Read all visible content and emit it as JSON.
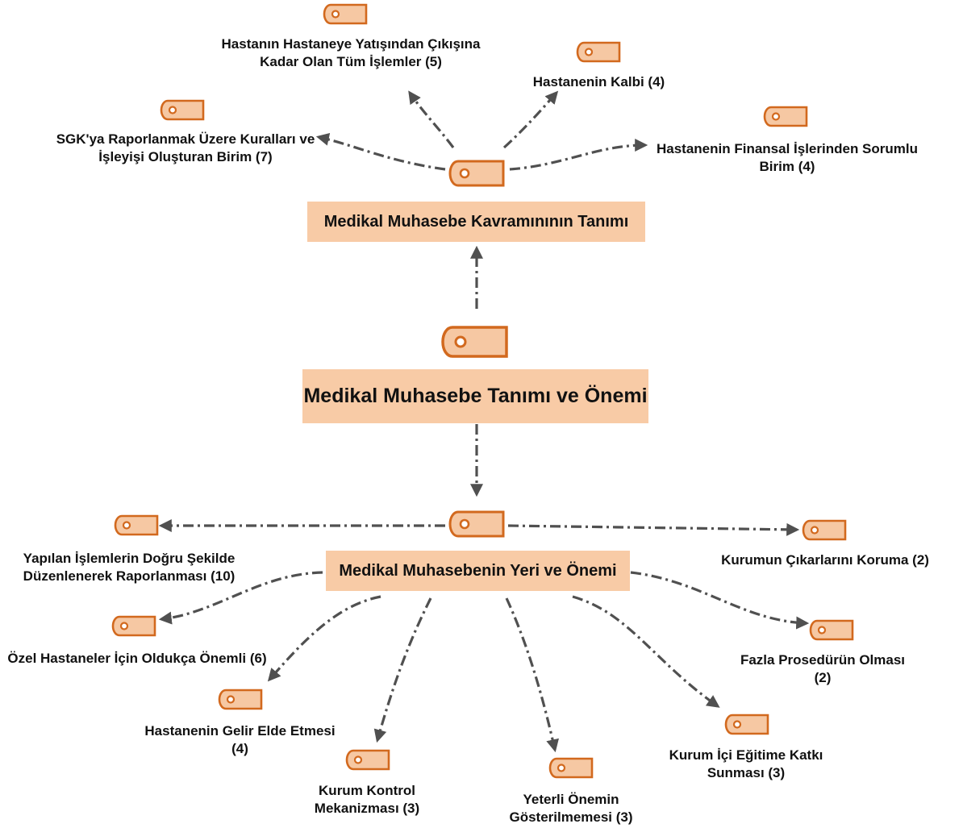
{
  "colors": {
    "box_fill": "#f8cba6",
    "icon_stroke": "#d2691e",
    "icon_fill": "#f6c8a3",
    "edge": "#505050"
  },
  "icon": "tag-icon",
  "root": {
    "label": "Medikal Muhasebe Tanımı ve Önemi"
  },
  "branches": [
    {
      "label": "Medikal Muhasebe Kavramınının Tanımı",
      "children": [
        {
          "label": "SGK'ya Raporlanmak Üzere Kuralları ve İşleyişi Oluşturan Birim  (7)"
        },
        {
          "label": "Hastanın Hastaneye Yatışından Çıkışına Kadar Olan Tüm İşlemler (5)"
        },
        {
          "label": "Hastanenin Kalbi (4)"
        },
        {
          "label": "Hastanenin Finansal İşlerinden Sorumlu Birim (4)"
        }
      ]
    },
    {
      "label": "Medikal Muhasebenin Yeri ve Önemi",
      "children": [
        {
          "label": "Yapılan İşlemlerin Doğru Şekilde Düzenlenerek Raporlanması (10)"
        },
        {
          "label": "Özel Hastaneler İçin Oldukça Önemli (6)"
        },
        {
          "label": "Hastanenin Gelir Elde Etmesi (4)"
        },
        {
          "label": "Kurum Kontrol Mekanizması (3)"
        },
        {
          "label": "Yeterli Önemin Gösterilmemesi (3)"
        },
        {
          "label": "Kurum İçi Eğitime Katkı Sunması (3)"
        },
        {
          "label": "Fazla Prosedürün Olması (2)"
        },
        {
          "label": "Kurumun Çıkarlarını Koruma (2)"
        }
      ]
    }
  ]
}
